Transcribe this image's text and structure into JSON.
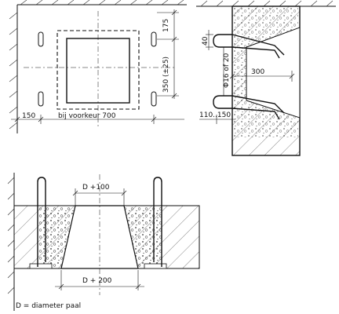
{
  "plan_view": {
    "dim_175": "175",
    "dim_350": "350 (±25)",
    "dim_150": "150",
    "dim_700": "bij voorkeur 700"
  },
  "section_view": {
    "dim_40": "40",
    "dim_phi": "Φ16 of 20",
    "dim_300": "300",
    "dim_110_150": "110..150"
  },
  "pile_section": {
    "dim_top": "D +100",
    "dim_bottom": "D + 200"
  },
  "legend": {
    "text": "D = diameter paal"
  }
}
